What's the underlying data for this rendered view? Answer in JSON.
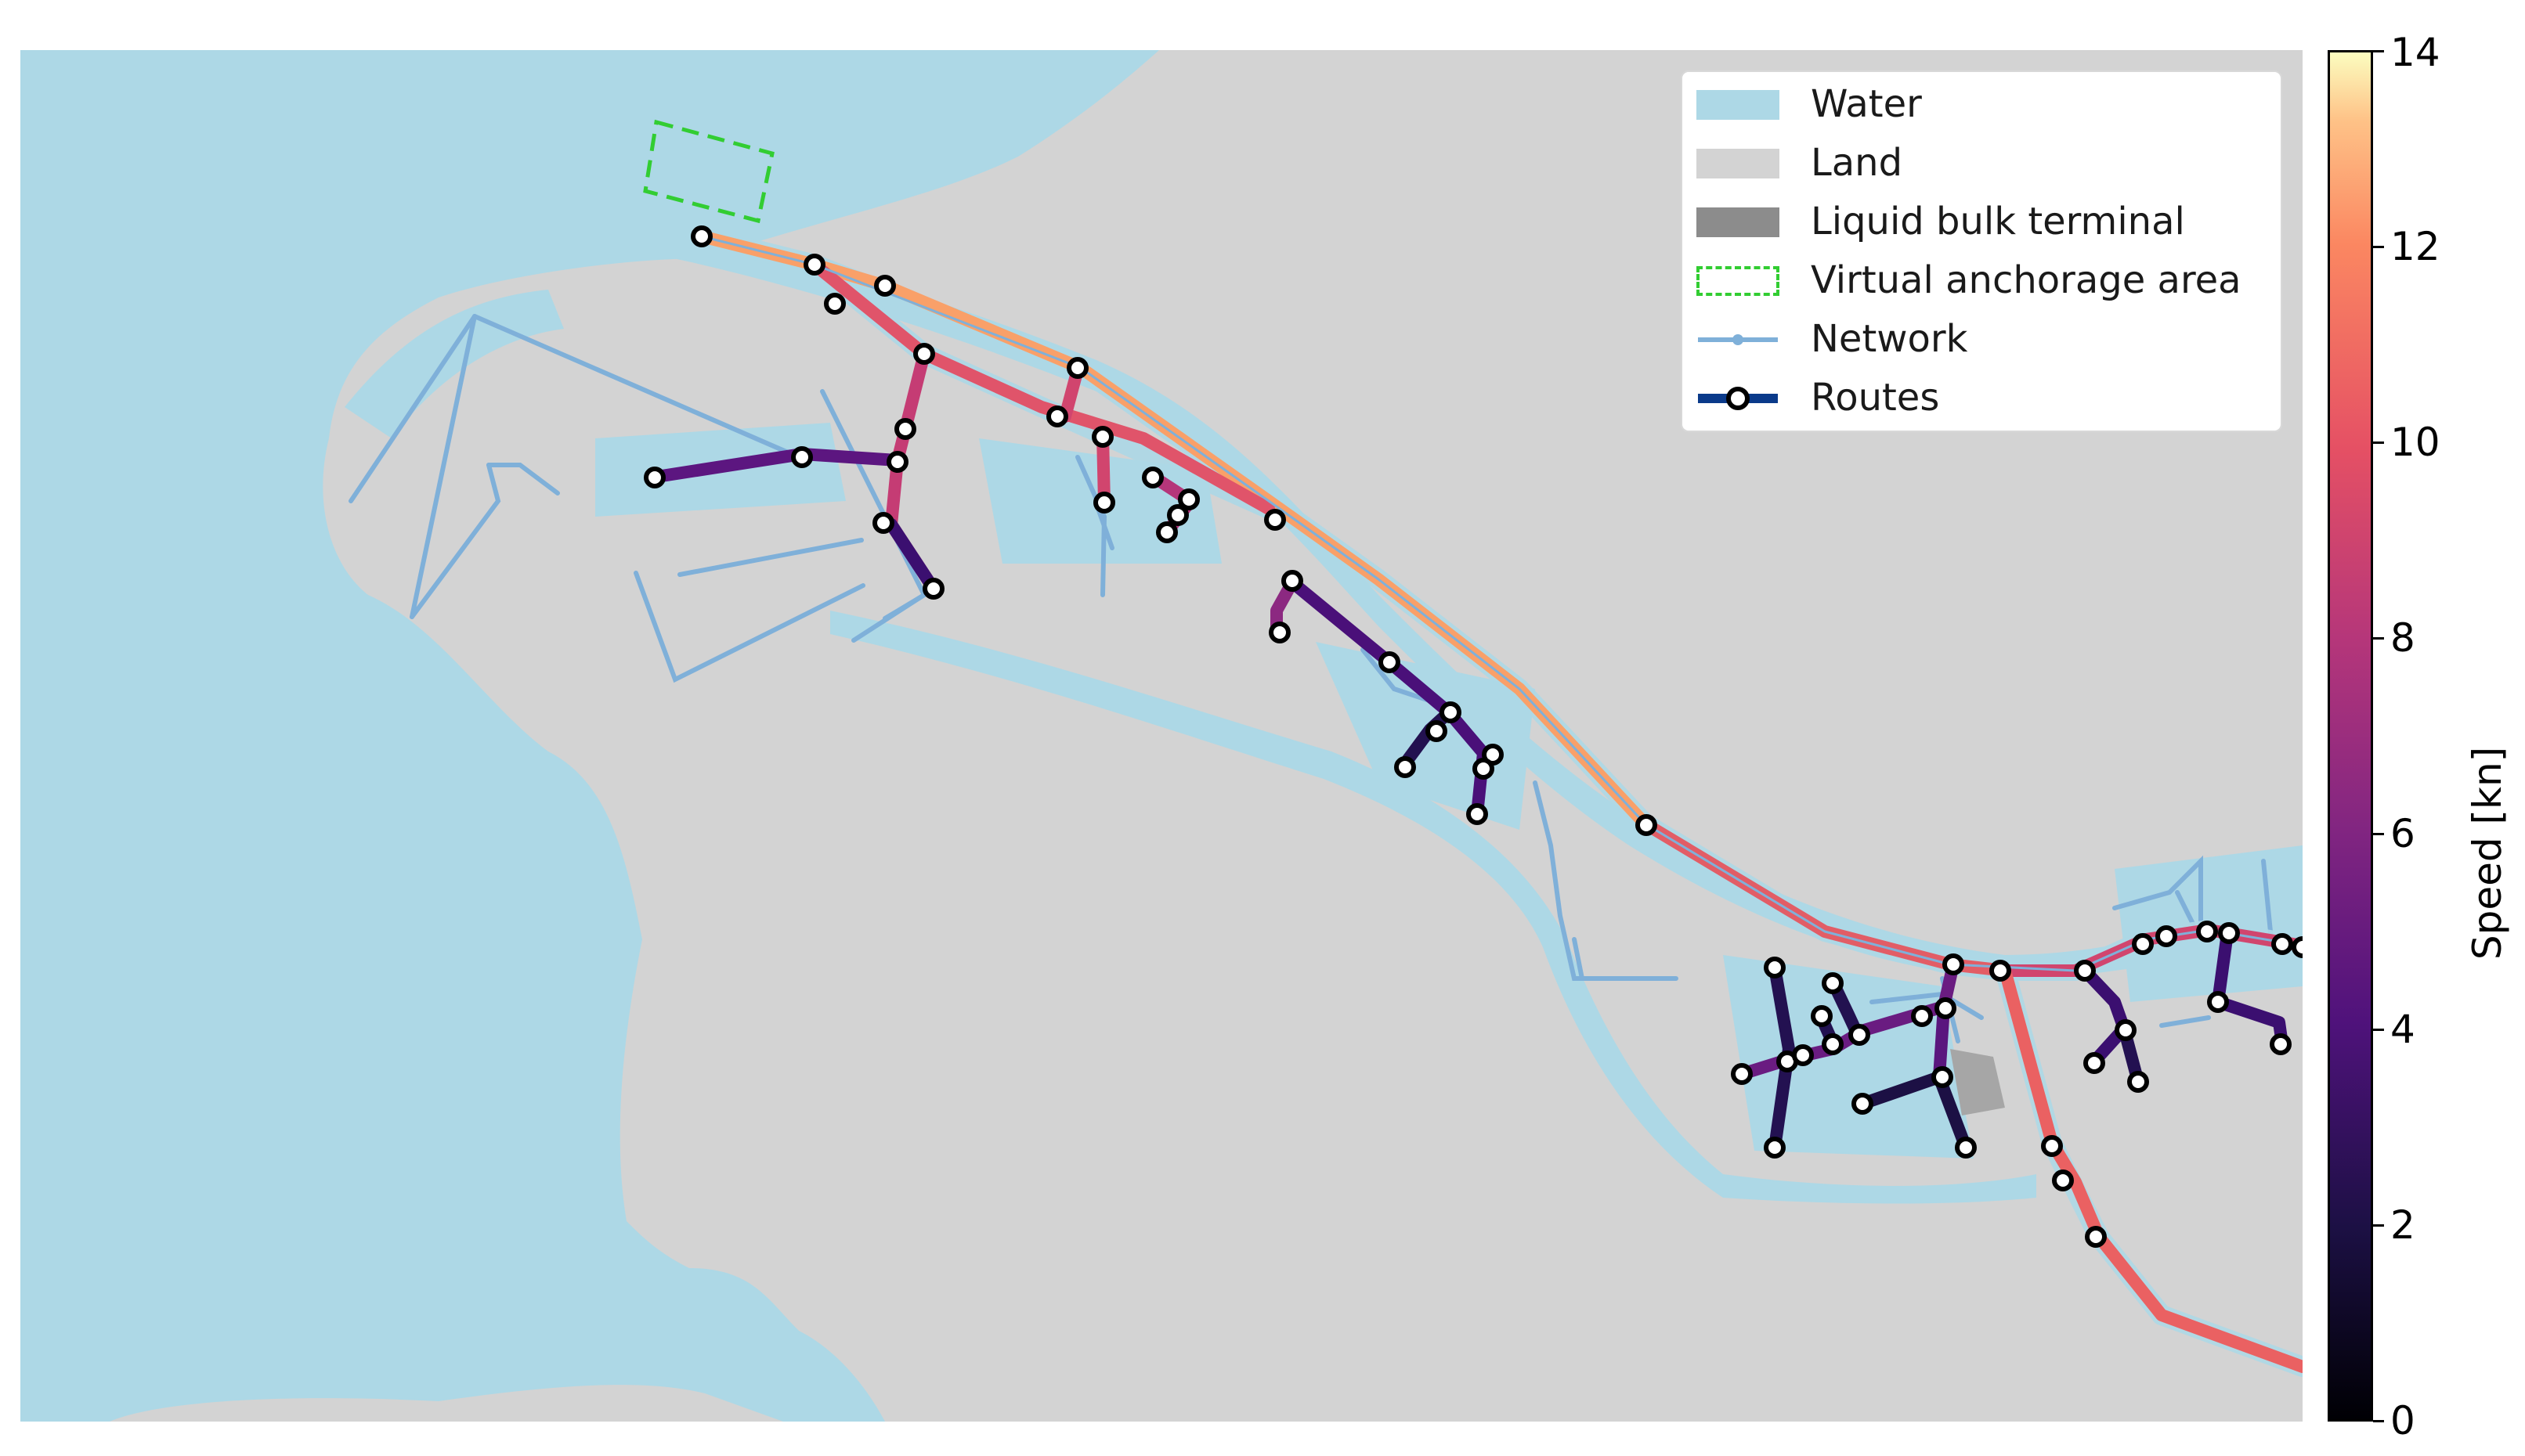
{
  "legend": {
    "items": [
      {
        "label": "Water",
        "kind": "patch",
        "color": "#add8e6"
      },
      {
        "label": "Land",
        "kind": "patch",
        "color": "#d3d3d3"
      },
      {
        "label": "Liquid bulk terminal",
        "kind": "patch",
        "color": "#8c8c8c"
      },
      {
        "label": "Virtual anchorage area",
        "kind": "dashed-box",
        "color": "#32cd32"
      },
      {
        "label": "Network",
        "kind": "line-marker",
        "color": "#7fb0d9"
      },
      {
        "label": "Routes",
        "kind": "route-marker",
        "color": "#0a3a8a"
      }
    ]
  },
  "colorbar": {
    "label": "Speed [kn]",
    "colormap": "magma",
    "min": 0,
    "max": 14,
    "ticks": [
      "0",
      "2",
      "4",
      "6",
      "8",
      "10",
      "12",
      "14"
    ]
  },
  "colors": {
    "water": "#add8e6",
    "land": "#d3d3d3",
    "terminal": "#8c8c8c",
    "anchorage": "#32cd32",
    "network": "#7fb0d9",
    "route_node_fill": "#ffffff",
    "route_node_stroke": "#000000"
  }
}
